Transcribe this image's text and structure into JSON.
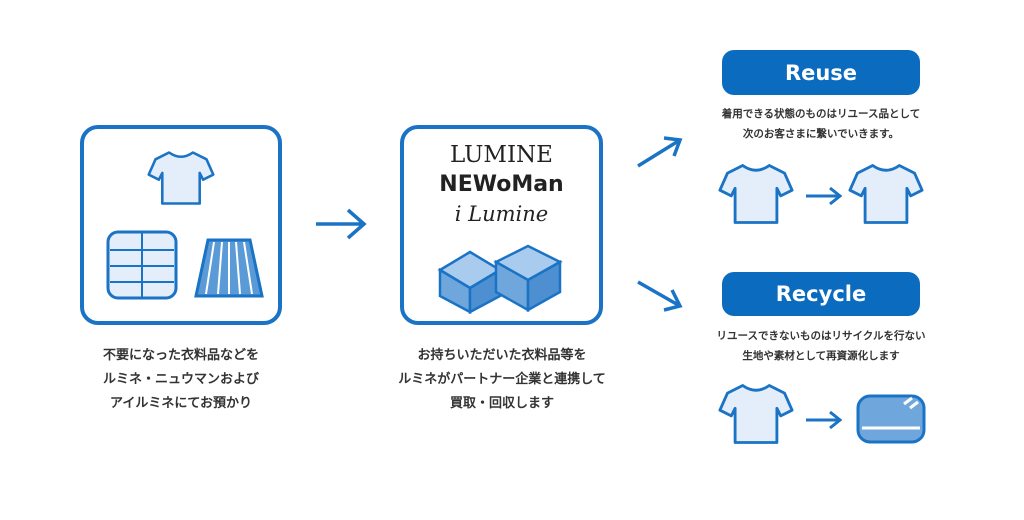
{
  "step1": {
    "caption": [
      "不要になった衣料品などを",
      "ルミネ・ニュウマンおよび",
      "アイルミネにてお預かり"
    ]
  },
  "step2": {
    "brands": [
      "LUMINE",
      "NEWoMan",
      "i Lumine"
    ],
    "caption": [
      "お持ちいただいた衣料品等を",
      "ルミネがパートナー企業と連携して",
      "買取・回収します"
    ]
  },
  "reuse": {
    "label": "Reuse",
    "desc": [
      "着用できる状態のものはリユース品として",
      "次のお客さまに繋いでいきます。"
    ]
  },
  "recycle": {
    "label": "Recycle",
    "desc": [
      "リユースできないものはリサイクルを行ない",
      "生地や素材として再資源化します"
    ]
  },
  "colors": {
    "accent": "#0b6cbf",
    "fill": "#dce9f7"
  }
}
